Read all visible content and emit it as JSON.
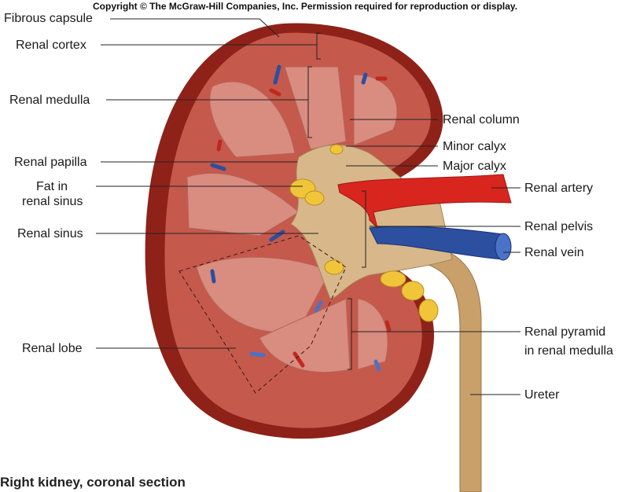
{
  "copyright": "Copyright © The McGraw-Hill Companies, Inc. Permission required for reproduction or display.",
  "caption": "Right kidney, coronal section",
  "labels": {
    "fibrous_capsule": "Fibrous capsule",
    "renal_cortex": "Renal cortex",
    "renal_medulla": "Renal medulla",
    "renal_papilla": "Renal papilla",
    "fat_in": "Fat in",
    "renal_sinus_fat": "renal sinus",
    "renal_sinus": "Renal sinus",
    "renal_lobe": "Renal lobe",
    "renal_column": "Renal column",
    "minor_calyx": "Minor calyx",
    "major_calyx": "Major calyx",
    "renal_artery": "Renal artery",
    "renal_pelvis": "Renal pelvis",
    "renal_vein": "Renal vein",
    "renal_pyramid": "Renal pyramid",
    "in_renal_medulla": "in renal medulla",
    "ureter": "Ureter"
  },
  "colors": {
    "capsule": "#8e2219",
    "cortex": "#c4594c",
    "medulla": "#d98c80",
    "sinus": "#d8b78a",
    "fat": "#f0c53a",
    "artery": "#d8261e",
    "vein": "#2c4fa0",
    "ureter": "#c9a06a"
  }
}
